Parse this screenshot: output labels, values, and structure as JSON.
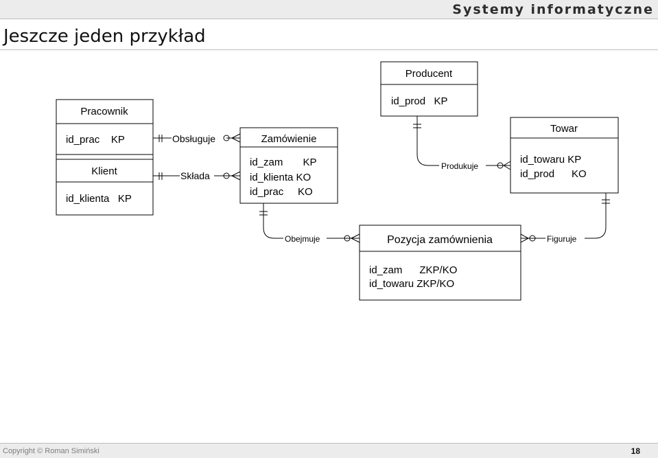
{
  "header": {
    "brand": "Systemy informatyczne"
  },
  "slide": {
    "title": "Jeszcze jeden przykład"
  },
  "footer": {
    "copyright": "Copyright © Roman Simiński",
    "page": "18"
  },
  "entities": {
    "pracownik": {
      "name": "Pracownik",
      "attrs": [
        "id_prac    KP"
      ]
    },
    "klient": {
      "name": "Klient",
      "attrs": [
        "id_klienta   KP"
      ]
    },
    "zamowienie": {
      "name": "Zamówienie",
      "attrs": [
        "id_zam       KP",
        "id_klienta KO",
        "id_prac     KO"
      ]
    },
    "producent": {
      "name": "Producent",
      "attrs": [
        "id_prod   KP"
      ]
    },
    "towar": {
      "name": "Towar",
      "attrs": [
        "id_towaru KP",
        "id_prod      KO"
      ]
    },
    "pozycja": {
      "name": "Pozycja zamównienia",
      "attrs": [
        "id_zam      ZKP/KO",
        "id_towaru ZKP/KO"
      ]
    }
  },
  "relationships": {
    "obslugiwanie": "Obsługuje",
    "skladanie": "Składa",
    "produkowanie": "Produkuje",
    "obejmowanie": "Obejmuje",
    "figurowanie": "Figuruje"
  }
}
